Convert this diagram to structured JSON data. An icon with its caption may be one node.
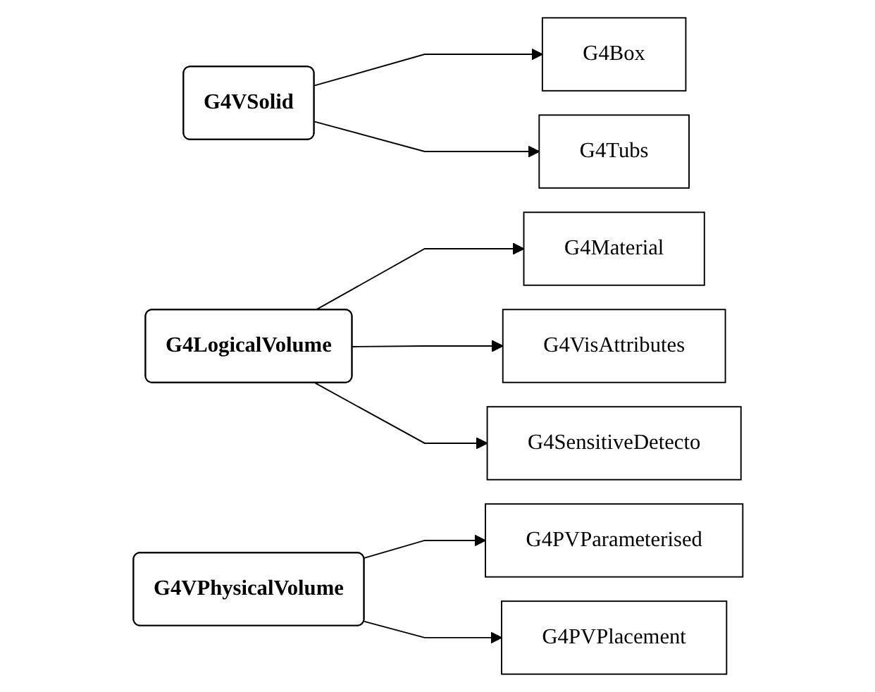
{
  "diagram": {
    "nodes": [
      {
        "text": [
          "G4VSolid"
        ]
      },
      {
        "text": [
          "G4Box"
        ]
      },
      {
        "text": [
          "G4Tubs"
        ]
      },
      {
        "text": [
          "G4LogicalVolume"
        ]
      },
      {
        "text": [
          "G4Material"
        ]
      },
      {
        "text": [
          "G4VisAttributes"
        ]
      },
      {
        "text": [
          "G4SensitiveDetecto"
        ]
      },
      {
        "text": [
          "G4VPhysicalVolume"
        ]
      },
      {
        "text": [
          "G4PVParameterised"
        ]
      },
      {
        "text": [
          "G4PVPlacement"
        ]
      }
    ],
    "edges": [
      {
        "from": 0,
        "to": 1,
        "arrow": "to"
      },
      {
        "from": 0,
        "to": 2,
        "arrow": "to"
      },
      {
        "from": 3,
        "to": 4,
        "arrow": "to"
      },
      {
        "from": 3,
        "to": 5,
        "arrow": "to"
      },
      {
        "from": 3,
        "to": 6,
        "arrow": "to"
      },
      {
        "from": 7,
        "to": 8,
        "arrow": "to"
      },
      {
        "from": 7,
        "to": 9,
        "arrow": "to"
      }
    ]
  }
}
